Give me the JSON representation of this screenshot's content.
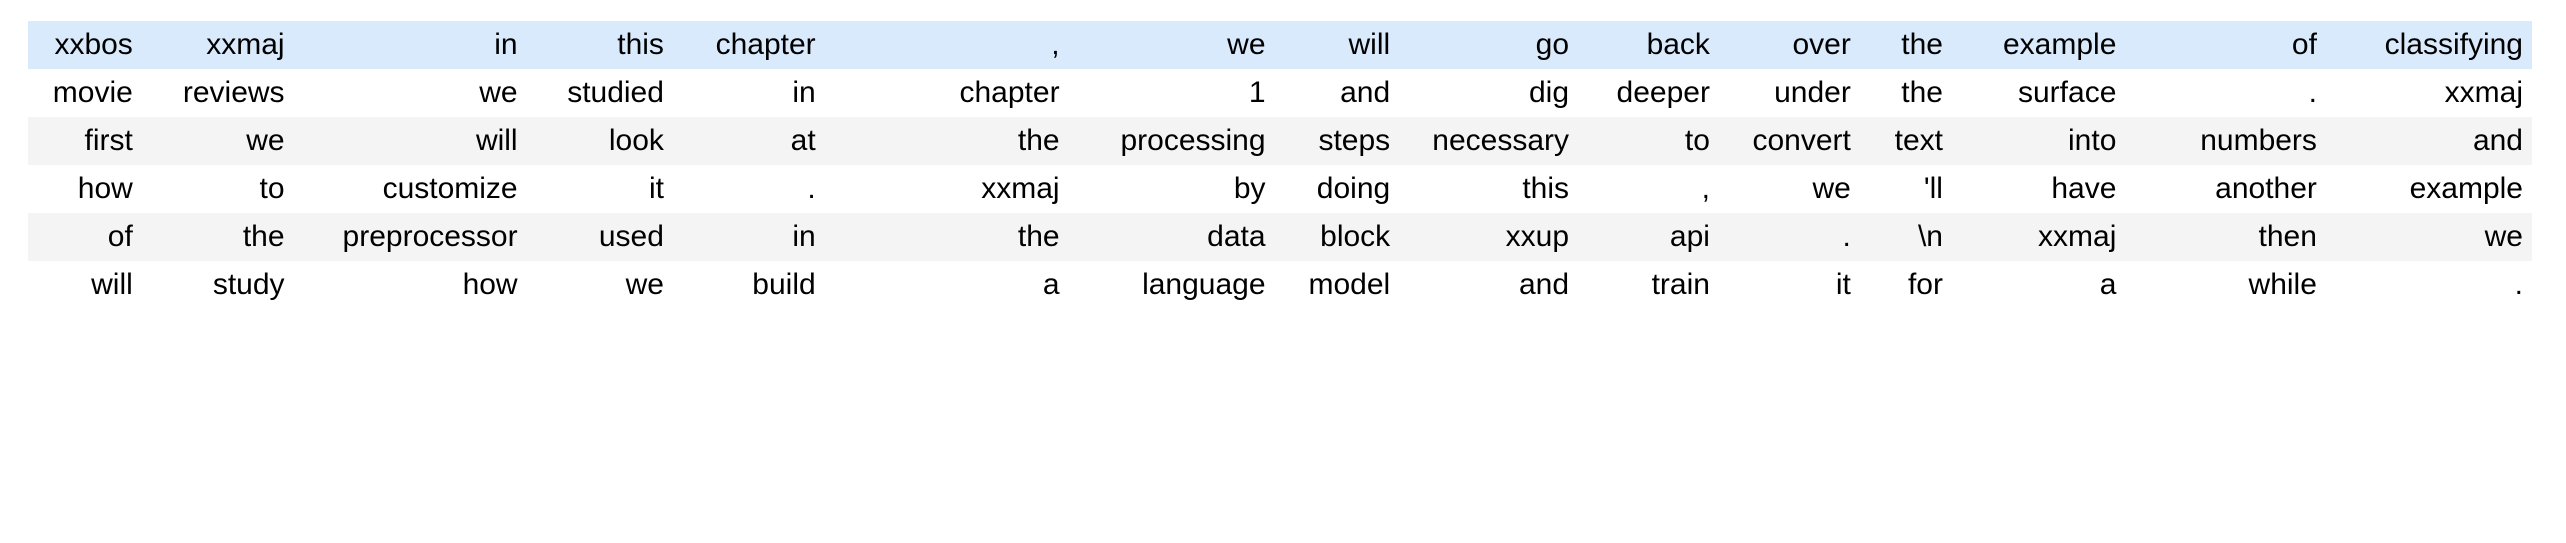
{
  "table": {
    "row_count": 6,
    "column_count": 15,
    "colors": {
      "highlight_row_background": "#d9eafc",
      "alt_row_background": "#f4f4f4",
      "plain_row_background": "#ffffff",
      "text": "#000000",
      "page_background": "#ffffff"
    },
    "row_styles": [
      "highlight",
      "plain",
      "alt",
      "plain",
      "alt",
      "plain"
    ],
    "rows": [
      {
        "index": 0,
        "style": "highlight",
        "cells": [
          "xxbos",
          "xxmaj",
          "in",
          "this",
          "chapter",
          ",",
          "we",
          "will",
          "go",
          "back",
          "over",
          "the",
          "example",
          "of",
          "classifying"
        ]
      },
      {
        "index": 1,
        "style": "plain",
        "cells": [
          "movie",
          "reviews",
          "we",
          "studied",
          "in",
          "chapter",
          "1",
          "and",
          "dig",
          "deeper",
          "under",
          "the",
          "surface",
          ".",
          "xxmaj"
        ]
      },
      {
        "index": 2,
        "style": "alt",
        "cells": [
          "first",
          "we",
          "will",
          "look",
          "at",
          "the",
          "processing",
          "steps",
          "necessary",
          "to",
          "convert",
          "text",
          "into",
          "numbers",
          "and"
        ]
      },
      {
        "index": 3,
        "style": "plain",
        "cells": [
          "how",
          "to",
          "customize",
          "it",
          ".",
          "xxmaj",
          "by",
          "doing",
          "this",
          ",",
          "we",
          "'ll",
          "have",
          "another",
          "example"
        ]
      },
      {
        "index": 4,
        "style": "alt",
        "cells": [
          "of",
          "the",
          "preprocessor",
          "used",
          "in",
          "the",
          "data",
          "block",
          "xxup",
          "api",
          ".",
          "\\n",
          "xxmaj",
          "then",
          "we"
        ]
      },
      {
        "index": 5,
        "style": "plain",
        "cells": [
          "will",
          "study",
          "how",
          "we",
          "build",
          "a",
          "language",
          "model",
          "and",
          "train",
          "it",
          "for",
          "a",
          "while",
          "."
        ]
      }
    ]
  }
}
